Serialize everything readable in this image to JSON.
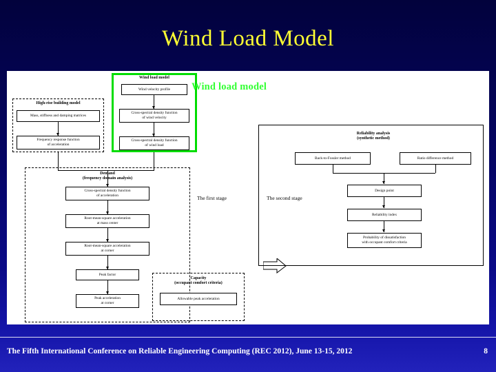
{
  "slide": {
    "title": "Wind Load Model",
    "page_number": "8",
    "footer": "The Fifth International Conference on Reliable Engineering Computing (REC 2012), June 13-15, 2012",
    "accent_title_color": "#ffff33",
    "accent_callout_color": "#33ff33",
    "background_color": "#050566"
  },
  "figure": {
    "callout_label": "Wind load model",
    "stage_labels": {
      "first": "The first stage",
      "second": "The second stage"
    },
    "groups": [
      {
        "id": "wind-load-model",
        "label": "Wind load model",
        "style": "green"
      },
      {
        "id": "high-rise-building-model",
        "label": "High-rise building model",
        "style": "dashed"
      },
      {
        "id": "demand",
        "label": "Demand\n(frequency domain analysis)",
        "style": "dashed"
      },
      {
        "id": "capacity",
        "label": "Capacity\n(occupant comfort criteria)",
        "style": "dashed"
      },
      {
        "id": "reliability-analysis",
        "label": "Reliability analysis\n(synthetic method)",
        "style": "solid"
      }
    ],
    "boxes": {
      "wind_velocity_profile": "Wind velocity profile",
      "cross_spectral_density_wind_velocity": "Cross-spectral density function\nof wind velocity",
      "cross_spectral_density_wind_load": "Cross-spectral density function\nof wind load",
      "mass_stiffness_damping": "Mass, stiffness and damping matrices",
      "frequency_response_acceleration": "Frequency response function\nof acceleration",
      "cross_spectral_density_acceleration": "Cross-spectral density function\nof acceleration",
      "rms_acceleration_mass_center": "Root-mean-square acceleration\nat mass center",
      "rms_acceleration_corner": "Root-mean-square acceleration\nat corner",
      "peak_factor": "Peak factor",
      "peak_acceleration_corner": "Peak acceleration\nat corner",
      "allowable_peak_acceleration": "Allowable peak acceleration",
      "back_to_fossler_method": "Back-to-Fossler method",
      "ratio_difference_method": "Ratio difference method",
      "design_point": "Design point",
      "reliability_index": "Reliability index",
      "probability_of_dissatisfaction": "Probability of dissatisfaction\nwith occupant comfort criteria"
    }
  }
}
